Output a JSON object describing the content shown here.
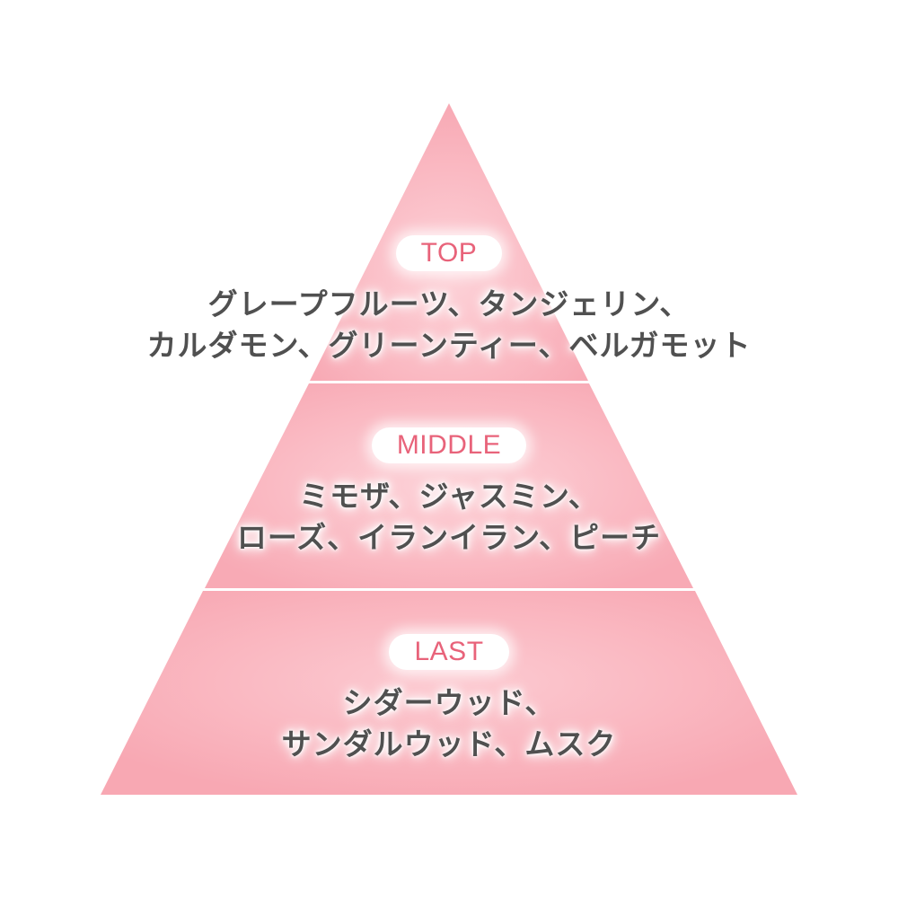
{
  "colors": {
    "pyramid_base": "#f8aab5",
    "pyramid_light": "#fdd3d9",
    "label_text": "#e8637a",
    "note_text": "#505050",
    "divider": "#ffffff"
  },
  "tiers": [
    {
      "label": "TOP",
      "lines": [
        "グレープフルーツ、タンジェリン、",
        "カルダモン、グリーンティー、ベルガモット"
      ]
    },
    {
      "label": "MIDDLE",
      "lines": [
        "ミモザ、ジャスミン、",
        "ローズ、イランイラン、ピーチ"
      ]
    },
    {
      "label": "LAST",
      "lines": [
        "シダーウッド、",
        "サンダルウッド、ムスク"
      ]
    }
  ]
}
